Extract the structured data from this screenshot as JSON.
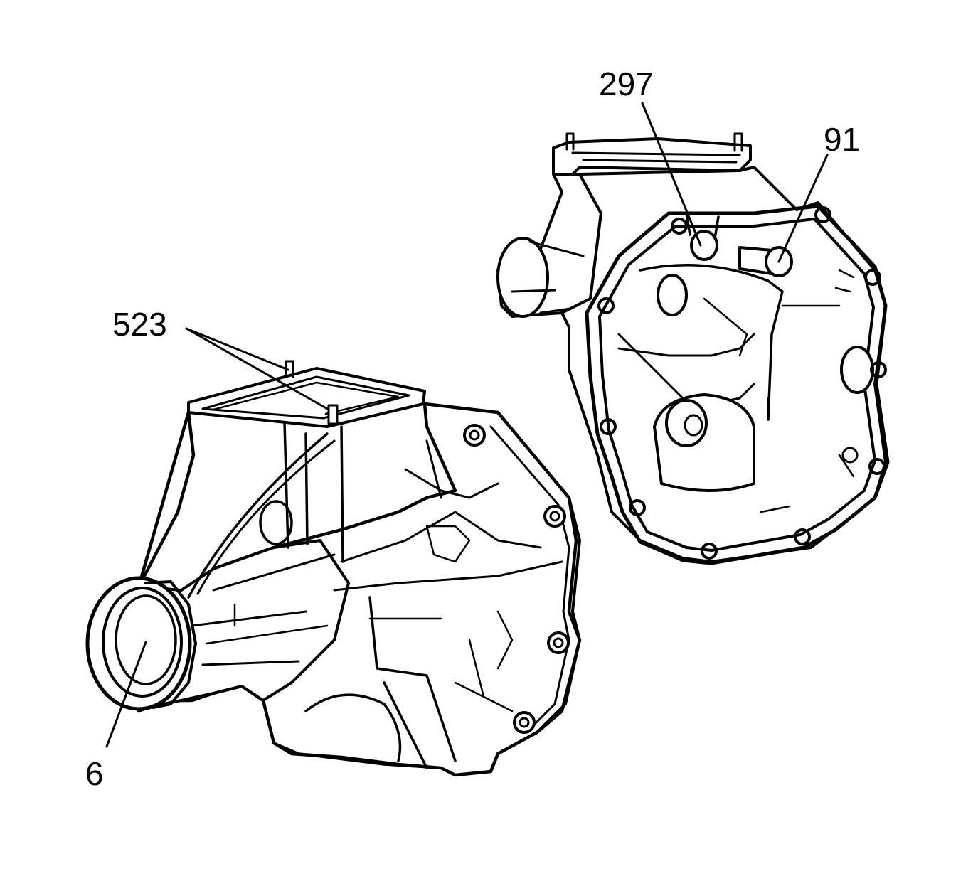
{
  "callouts": [
    {
      "id": "c523",
      "label": "523"
    },
    {
      "id": "c6",
      "label": "6"
    },
    {
      "id": "c297",
      "label": "297"
    },
    {
      "id": "c91",
      "label": "91"
    }
  ],
  "colors": {
    "ink": "#000000",
    "background": "#ffffff"
  }
}
